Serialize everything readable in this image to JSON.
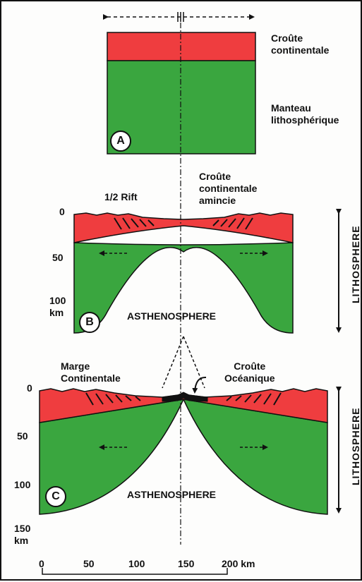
{
  "colors": {
    "crust": "#ef3d3f",
    "mantle": "#3aa63f",
    "oceanic": "#111111"
  },
  "panel_a": {
    "badge": "A",
    "crust_label": "Croûte\ncontinentale",
    "mantle_label": "Manteau\nlithosphérique"
  },
  "panel_b": {
    "badge": "B",
    "half_rift": "1/2 Rift",
    "thinned_crust": "Croûte\ncontinentale\namincie",
    "asthenosphere": "ASTHENOSPHERE",
    "lithosphere": "LITHOSPHERE",
    "depth_ticks": [
      "0",
      "50",
      "100\nkm"
    ]
  },
  "panel_c": {
    "badge": "C",
    "margin": "Marge\nContinentale",
    "oceanic_crust": "Croûte\nOcéanique",
    "asthenosphere": "ASTHENOSPHERE",
    "lithosphere": "LITHOSPHERE",
    "depth_ticks": [
      "0",
      "50",
      "100",
      "150\nkm"
    ]
  },
  "scale": {
    "ticks": [
      "0",
      "50",
      "100",
      "150",
      "200 km"
    ]
  }
}
